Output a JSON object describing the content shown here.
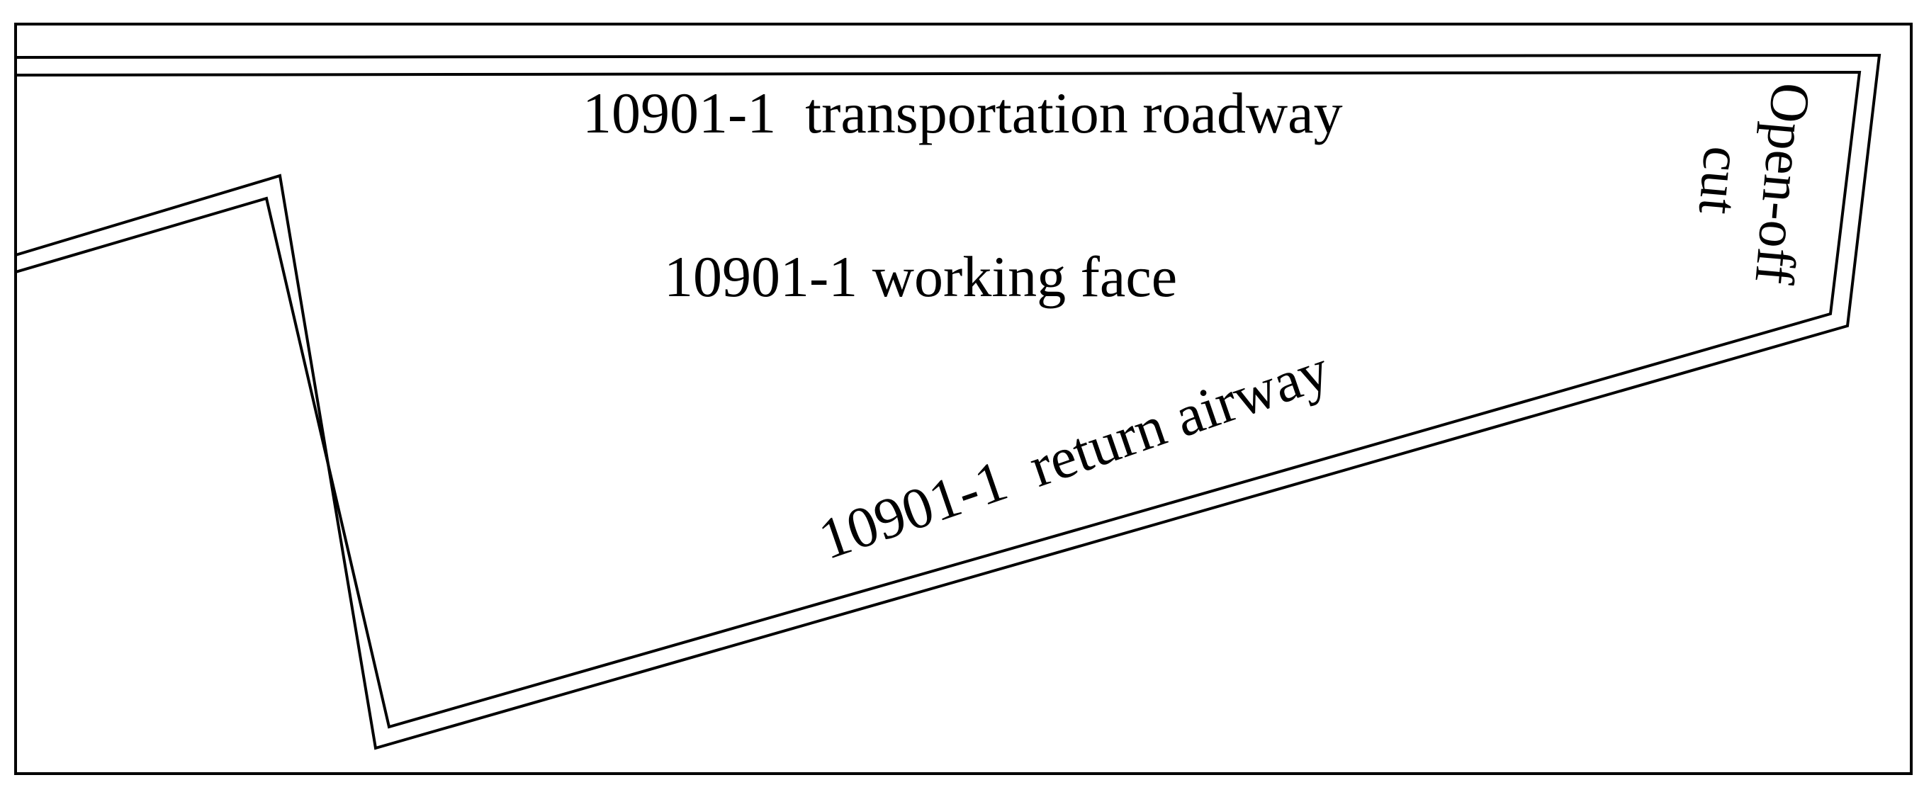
{
  "diagram": {
    "type": "mining working face layout",
    "stroke_color": "#000000",
    "background": "#ffffff",
    "labels": {
      "transport_roadway": "10901-1  transportation roadway",
      "working_face": "10901-1 working face",
      "return_airway": "10901-1  return airway",
      "open_off_cut_line1": "Open-off",
      "open_off_cut_line2": "cut"
    }
  }
}
